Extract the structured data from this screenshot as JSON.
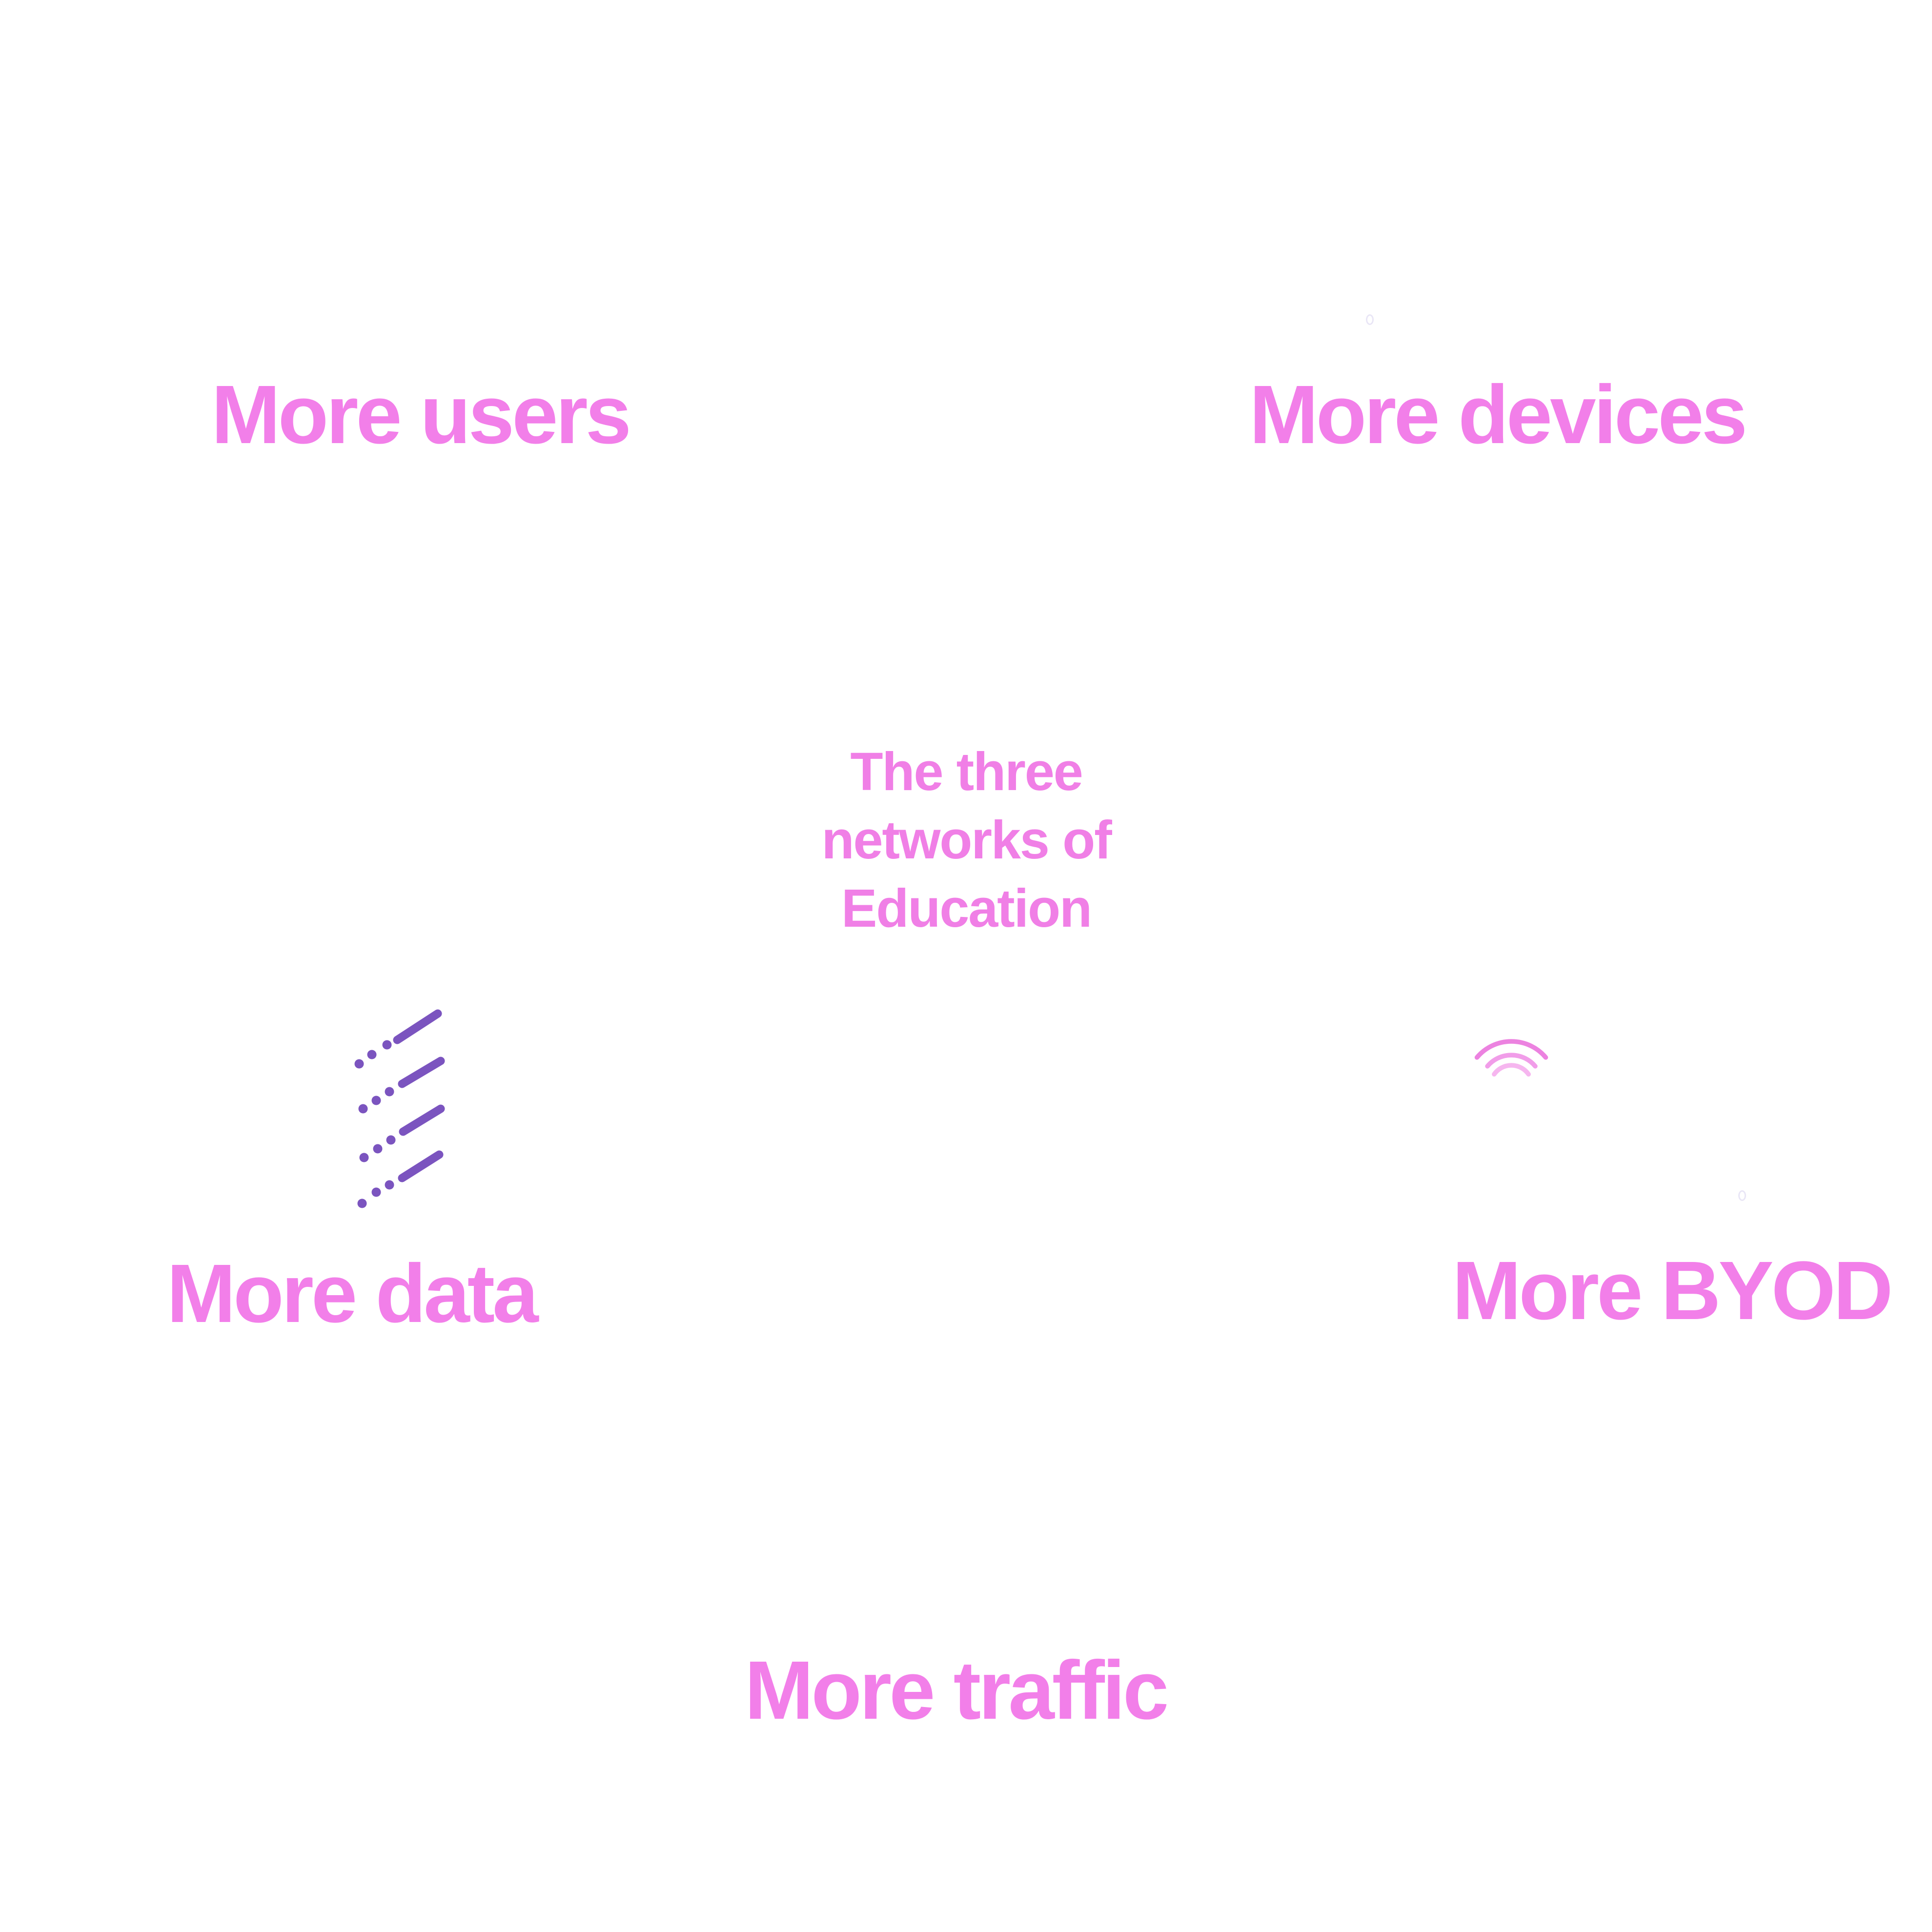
{
  "title": {
    "line1": "The three",
    "line2": "networks of",
    "line3": "Education"
  },
  "labels": {
    "users": "More users",
    "devices": "More devices",
    "data": "More data",
    "byod": "More BYOD",
    "traffic": "More traffic"
  },
  "icons": {
    "data_stream": "data-stream-icon",
    "wifi": "wifi-waves-icon"
  },
  "colors": {
    "background": "#FFFFFF",
    "label_pink": "#F27FE9",
    "title_pink": "#F07FE6",
    "icon_purple": "#7B54BF",
    "wifi_outer": "#EC82E0",
    "wifi_middle": "#F19DE9",
    "wifi_inner": "#F6B6EF",
    "faint_oval": "#E9E6F6"
  }
}
